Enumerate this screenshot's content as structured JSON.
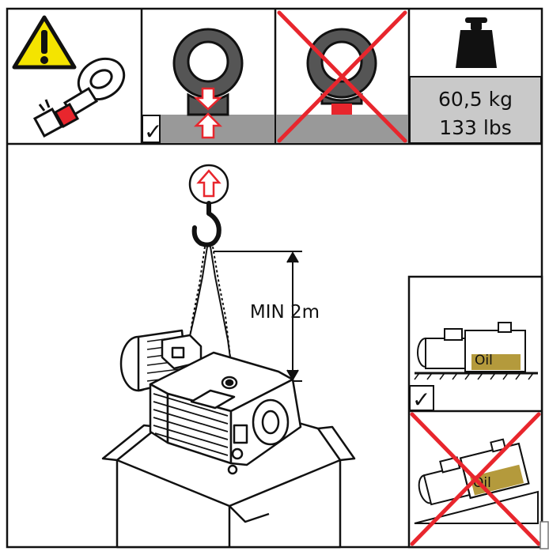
{
  "weight": {
    "kg": "60,5 kg",
    "lbs": "133 lbs"
  },
  "lift": {
    "min_height_label": "MIN 2m"
  },
  "oil": {
    "label_level": "Oil",
    "label_tilted": "Oil"
  },
  "marks": {
    "check": "✓"
  },
  "colors": {
    "warning_yellow": "#f4e400",
    "forbidden_red": "#e8262d",
    "panel_gray": "#c9c9c9",
    "dark_gray": "#555555",
    "line": "#111111"
  }
}
